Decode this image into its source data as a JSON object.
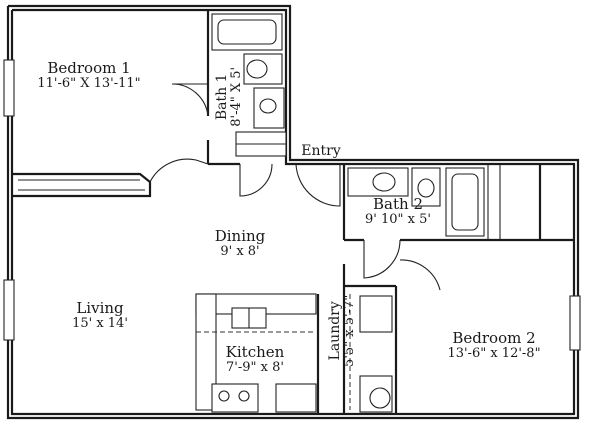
{
  "rooms": {
    "bedroom1": {
      "name": "Bedroom 1",
      "dims": "11'-6\" X 13'-11\""
    },
    "bath1": {
      "name": "Bath 1",
      "dims": "8'-4\" X 5'"
    },
    "entry": {
      "name": "Entry"
    },
    "bath2": {
      "name": "Bath 2",
      "dims": "9' 10\" x 5'"
    },
    "dining": {
      "name": "Dining",
      "dims": "9' x 8'"
    },
    "living": {
      "name": "Living",
      "dims": "15' x 14'"
    },
    "kitchen": {
      "name": "Kitchen",
      "dims": "7'-9\" x 8'"
    },
    "laundry": {
      "name": "Laundry",
      "dims": "5'5\" x 5'-7\""
    },
    "bedroom2": {
      "name": "Bedroom 2",
      "dims": "13'-6\" x 12'-8\""
    }
  }
}
